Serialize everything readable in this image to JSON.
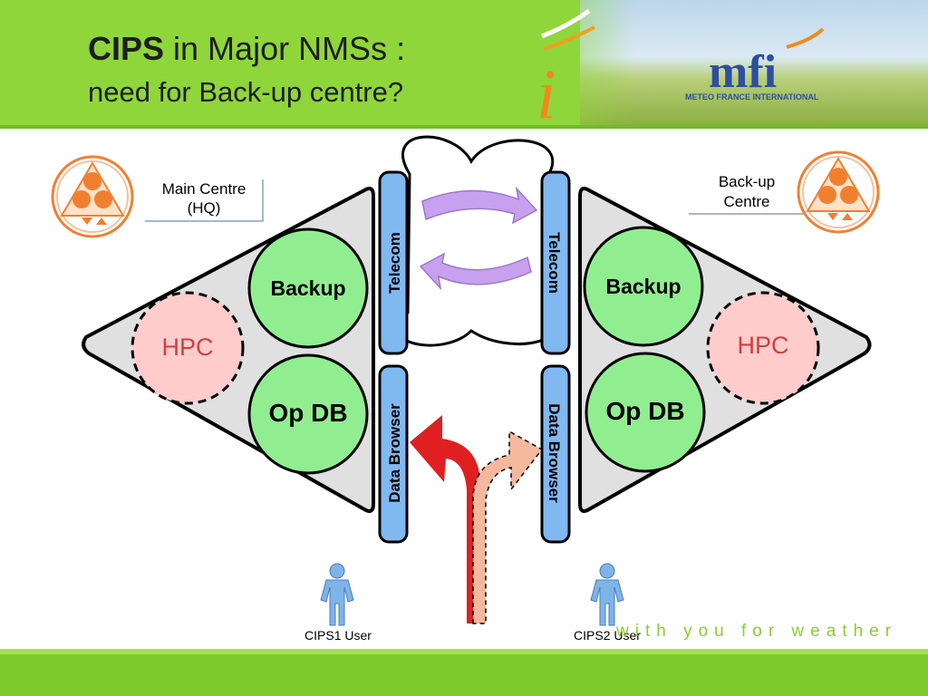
{
  "header": {
    "title_bold": "CIPS",
    "title_rest": " in Major NMSs :",
    "subtitle": "need for Back-up centre?",
    "brand": "mfi",
    "brand_tagline": "METEO FRANCE INTERNATIONAL",
    "brand_i": "i"
  },
  "footer": {
    "slogan": "with you for weather"
  },
  "diagram": {
    "left_site_label": "Main Centre (HQ)",
    "right_site_label": "Back-up Centre",
    "hpc": "HPC",
    "backup": "Backup",
    "opdb": "Op DB",
    "telecom": "Telecom",
    "data_browser": "Data Browser",
    "user1": "CIPS1 User",
    "user2": "CIPS2 User"
  },
  "colors": {
    "header_green": "#8fd63a",
    "node_green": "#90ee90",
    "hpc_pink": "#ffcccc",
    "bar_blue": "#80b8f0",
    "arrow_purple": "#c8a0f0",
    "arrow_red": "#e02020",
    "arrow_peach": "#f4b89c",
    "logo_orange": "#f08030"
  }
}
